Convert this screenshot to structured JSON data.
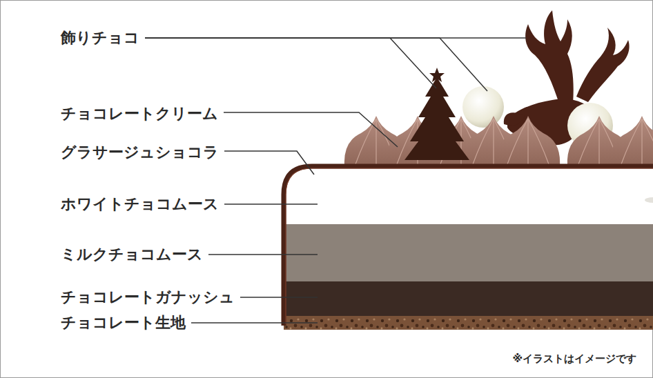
{
  "diagram": {
    "labels": [
      "飾りチョコ",
      "チョコレートクリーム",
      "グラサージュショコラ",
      "ホワイトチョコムース",
      "ミルクチョコムース",
      "チョコレートガナッシュ",
      "チョコレート生地",
      "※イラストはイメージです"
    ]
  }
}
